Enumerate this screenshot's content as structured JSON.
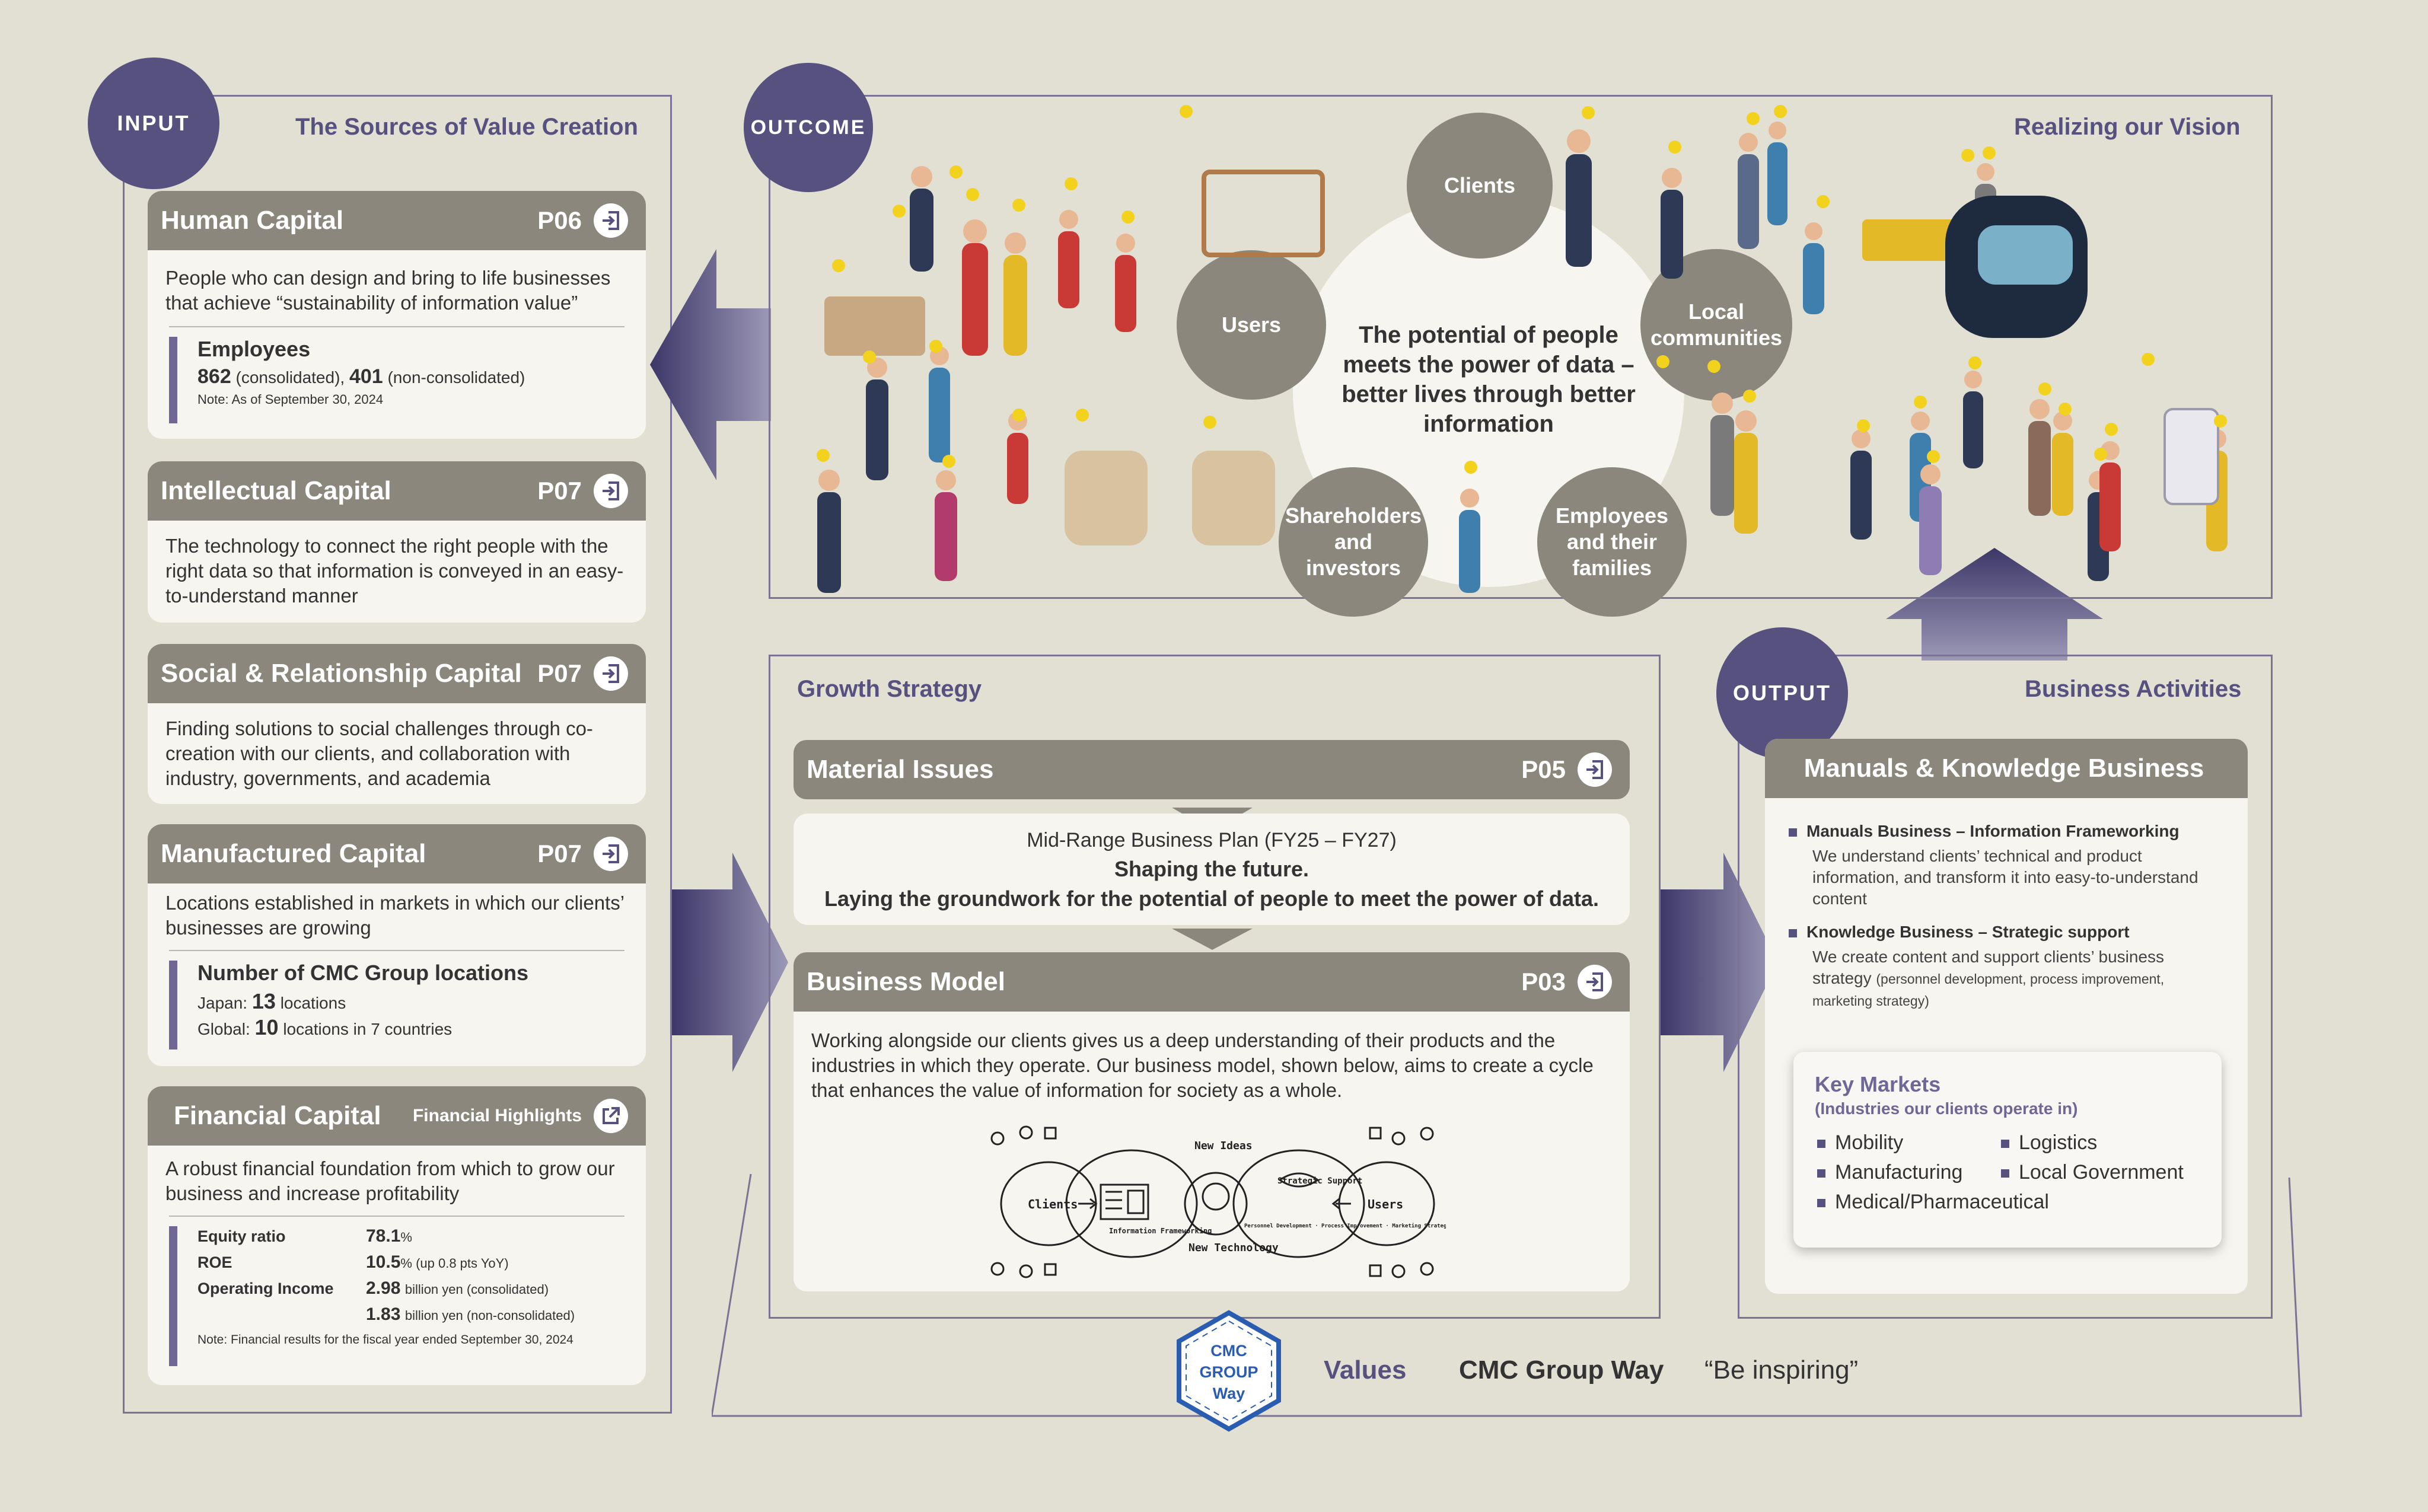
{
  "input": {
    "tag": "INPUT",
    "title": "The Sources of Value Creation",
    "human": {
      "title": "Human Capital",
      "page": "P06",
      "desc": "People who can design and bring to life businesses that achieve “sustainability of information value”",
      "stat_title": "Employees",
      "v1": "862",
      "v1_note": "(consolidated),",
      "v2": "401",
      "v2_note": "(non-consolidated)",
      "note": "Note: As of September 30, 2024"
    },
    "intellectual": {
      "title": "Intellectual Capital",
      "page": "P07",
      "desc": "The technology to connect the right people with the right data so that information is conveyed in an easy-to-understand manner"
    },
    "social": {
      "title": "Social & Relationship Capital",
      "page": "P07",
      "desc": "Finding solutions to social challenges through co-creation with our clients, and collaboration with industry, governments, and academia"
    },
    "manufactured": {
      "title": "Manufactured Capital",
      "page": "P07",
      "desc": "Locations established in markets in which our clients’ businesses are growing",
      "stat_title": "Number of CMC Group locations",
      "japan_label": "Japan:",
      "japan_value": "13",
      "japan_unit": "locations",
      "global_label": "Global:",
      "global_value": "10",
      "global_unit": "locations in 7 countries"
    },
    "financial": {
      "title": "Financial Capital",
      "link": "Financial Highlights",
      "desc": "A robust financial foundation from which to grow our business and increase profitability",
      "eq_label": "Equity ratio",
      "eq_value": "78.1",
      "eq_unit": "%",
      "roe_label": "ROE",
      "roe_value": "10.5",
      "roe_unit": "% (up 0.8 pts YoY)",
      "oi_label": "Operating Income",
      "oi_value1": "2.98",
      "oi_unit1": "billion yen (consolidated)",
      "oi_value2": "1.83",
      "oi_unit2": "billion yen (non-consolidated)",
      "note": "Note: Financial results for the fiscal year ended September 30, 2024"
    }
  },
  "outcome": {
    "tag": "OUTCOME",
    "title": "Realizing our Vision",
    "center_text": "The potential of people meets the power of data – better lives through better information",
    "stakeholders": {
      "clients": "Clients",
      "users": "Users",
      "local": "Local communities",
      "shareholders": "Shareholders and investors",
      "employees": "Employees and their families"
    }
  },
  "growth": {
    "title": "Growth Strategy",
    "material": {
      "title": "Material Issues",
      "page": "P05"
    },
    "plan": {
      "subtitle": "Mid-Range Business Plan (FY25 – FY27)",
      "line1": "Shaping the future.",
      "line2": "Laying the groundwork for the potential of people to meet the power of data."
    },
    "model": {
      "title": "Business Model",
      "page": "P03",
      "desc": "Working alongside our clients gives us a deep understanding of their products and the industries in which they operate. Our business model, shown below, aims to create a cycle that enhances the value of information for society as a whole.",
      "sketch": {
        "clients": "Clients",
        "info": "Information Frameworking",
        "new_ideas": "New Ideas",
        "new_tech": "New Technology",
        "strategic": "Strategic Support",
        "strategic_items": "Personnel Development · Process Improvement · Marketing Strategy",
        "users": "Users"
      }
    }
  },
  "output": {
    "tag": "OUTPUT",
    "title": "Business Activities",
    "card_title": "Manuals & Knowledge Business",
    "b1_title": "Manuals Business – Information Frameworking",
    "b1_desc": "We understand clients’ technical and product information, and transform it into easy-to-understand content",
    "b2_title": "Knowledge Business – Strategic support",
    "b2_desc_main": "We create content and support clients’ business strategy",
    "b2_desc_small": "(personnel development, process improvement, marketing strategy)",
    "markets_title": "Key Markets",
    "markets_sub": "(Industries our clients operate in)",
    "markets": [
      "Mobility",
      "Logistics",
      "Manufacturing",
      "Local Government",
      "Medical/Pharmaceutical"
    ]
  },
  "values": {
    "badge": "CMC GROUP Way",
    "label": "Values",
    "way": "CMC Group Way",
    "quote": "“Be inspiring”"
  },
  "colors": {
    "accent": "#575180",
    "card_head": "#8b877c",
    "background": "#e2dfd3",
    "card": "#f6f5ef",
    "smile": "#f2d21d"
  }
}
